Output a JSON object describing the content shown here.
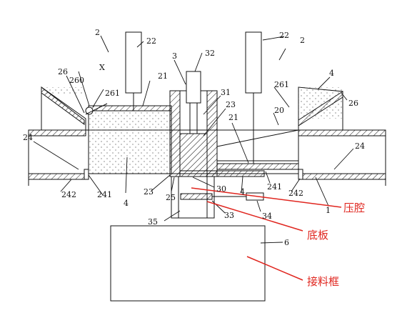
{
  "labels": {
    "l2a": "2",
    "l2b": "2",
    "l22a": "22",
    "l22b": "22",
    "l3": "3",
    "l32": "32",
    "lX": "X",
    "l26a": "26",
    "l260": "260",
    "l261a": "261",
    "l21a": "21",
    "l31": "31",
    "l23a": "23",
    "l4a": "4",
    "l261b": "261",
    "l26b": "26",
    "l21b": "21",
    "l20": "20",
    "l24a": "24",
    "l24b": "24",
    "l242a": "242",
    "l241a": "241",
    "l4b": "4",
    "l23b": "23",
    "l25": "25",
    "l30": "30",
    "l4c": "4",
    "l241b": "241",
    "l242b": "242",
    "l1": "1",
    "l33": "33",
    "l34": "34",
    "l35": "35",
    "l6": "6"
  },
  "annotations": {
    "pressure_chamber": "压腔",
    "bottom_plate": "底板",
    "receiving_box": "接料框"
  },
  "colors": {
    "line": "#111111",
    "annotation": "#e0261f"
  }
}
